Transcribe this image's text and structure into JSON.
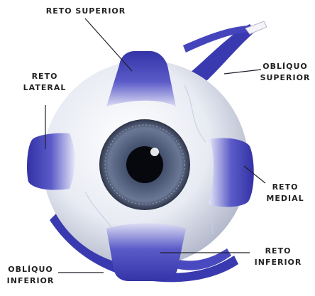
{
  "labels": {
    "reto_superior": "RETO SUPERIOR",
    "reto_lateral_1": "RETO",
    "reto_lateral_2": "LATERAL",
    "obliquo_superior_1": "OBLÍQUO",
    "obliquo_superior_2": "SUPERIOR",
    "reto_medial_1": "RETO",
    "reto_medial_2": "MEDIAL",
    "reto_inferior_1": "RETO",
    "reto_inferior_2": "INFERIOR",
    "obliquo_inferior_1": "OBLÍQUO",
    "obliquo_inferior_2": "INFERIOR"
  },
  "colors": {
    "muscle": "#3f3fb4",
    "muscle_light": "#8e8ee0",
    "iris": "#4a5872",
    "pupil": "#0a0a12",
    "sclera": "#eef0f6"
  }
}
